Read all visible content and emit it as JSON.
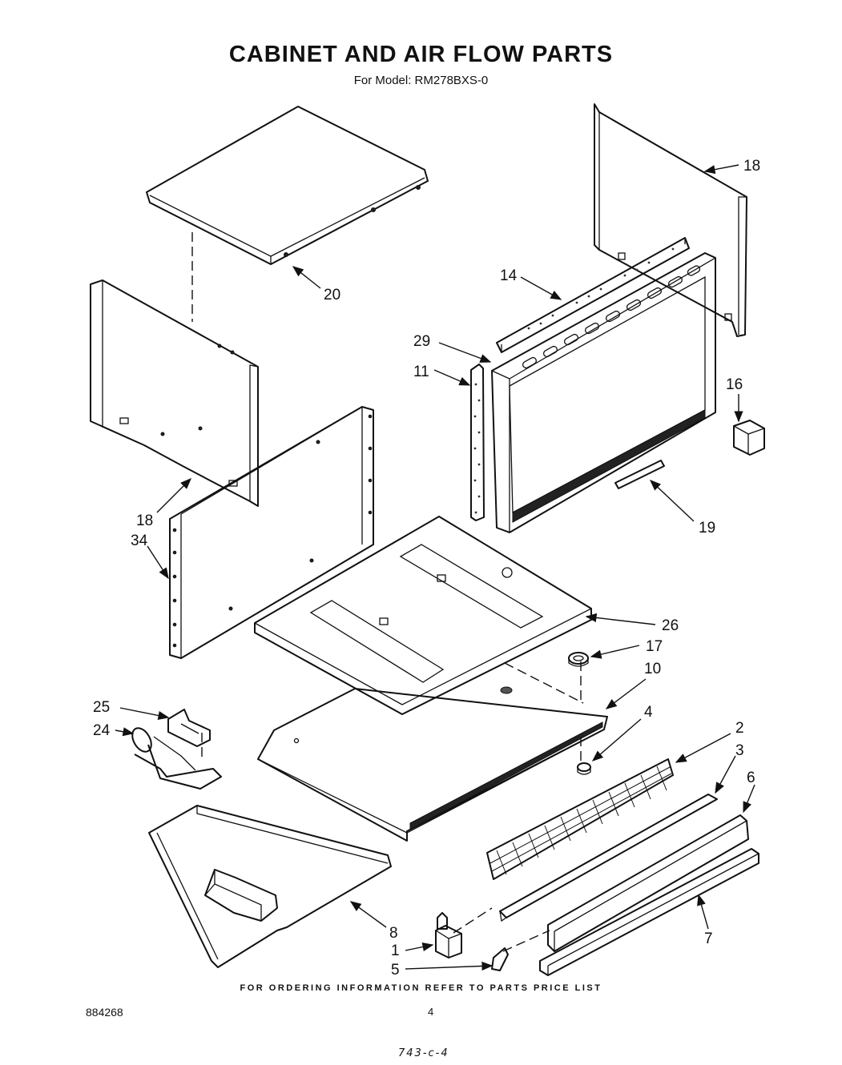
{
  "title": "CABINET  AND AIR FLOW PARTS",
  "subtitle": "For Model: RM278BXS-0",
  "footer": "FOR ORDERING INFORMATION REFER TO PARTS PRICE LIST",
  "doc_number": "884268",
  "page_number": "4",
  "code": "743-c-4",
  "callouts": [
    "20",
    "18",
    "14",
    "29",
    "11",
    "16",
    "19",
    "18",
    "34",
    "26",
    "17",
    "10",
    "25",
    "24",
    "4",
    "2",
    "3",
    "6",
    "8",
    "1",
    "5",
    "7"
  ]
}
